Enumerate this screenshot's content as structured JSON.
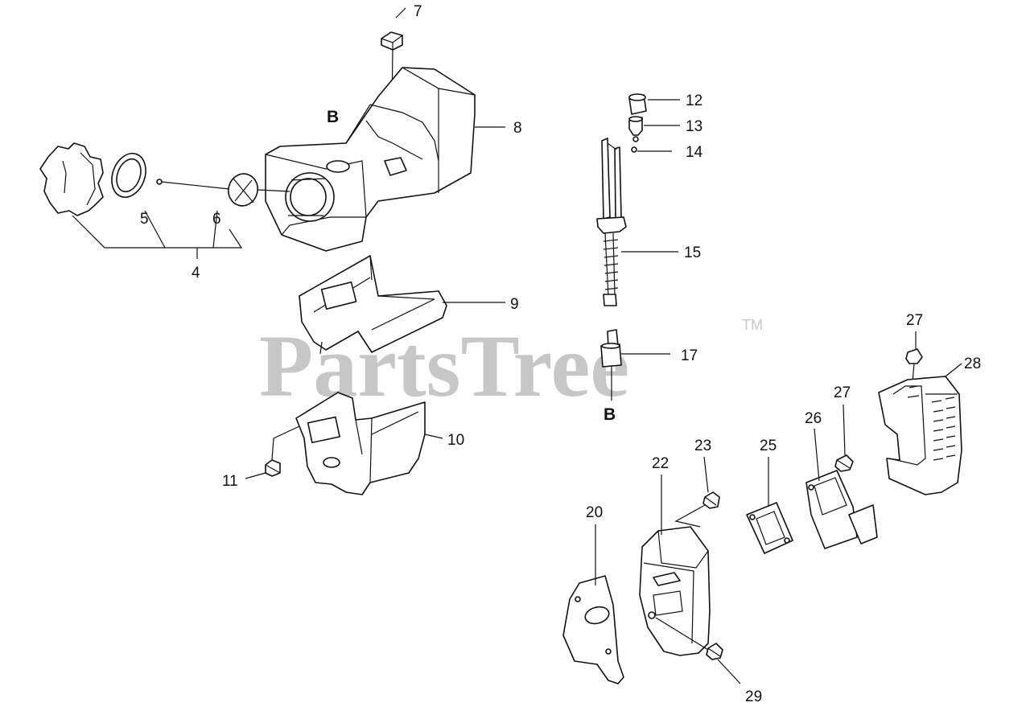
{
  "watermark": {
    "brand": "PartsTree",
    "tm": "TM"
  },
  "callouts": {
    "n4": "4",
    "n5": "5",
    "n6": "6",
    "n7": "7",
    "n8": "8",
    "n9": "9",
    "n10": "10",
    "n11": "11",
    "n12": "12",
    "n13": "13",
    "n14": "14",
    "n15": "15",
    "n17": "17",
    "n20": "20",
    "n22": "22",
    "n23": "23",
    "n25": "25",
    "n26": "26",
    "n27a": "27",
    "n27b": "27",
    "n28": "28",
    "n29": "29",
    "ref_b_top": "B",
    "ref_b_bottom": "B"
  }
}
